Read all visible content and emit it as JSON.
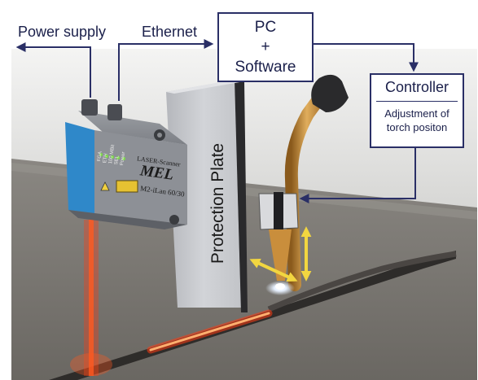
{
  "labels": {
    "power_supply": "Power supply",
    "ethernet": "Ethernet",
    "protection_plate": "Protection Plate"
  },
  "pc_box": {
    "line1": "PC",
    "line2": "+",
    "line3": "Software"
  },
  "controller_box": {
    "title": "Controller",
    "desc_line1": "Adjustment of",
    "desc_line2": "torch positon"
  },
  "scanner": {
    "brand_small": "LASER-Scanner",
    "brand_logo": "MEL",
    "model": "M2-iLan 60/30",
    "leds": [
      "FGA",
      "ETH",
      "100 MBit",
      "SEL",
      "Power"
    ]
  },
  "colors": {
    "line": "#2a2f66",
    "arrow_yellow": "#f2d640",
    "laser": "#ff3a10",
    "scanner_blue": "#2f88c9",
    "plate": "#c9cbcf"
  }
}
